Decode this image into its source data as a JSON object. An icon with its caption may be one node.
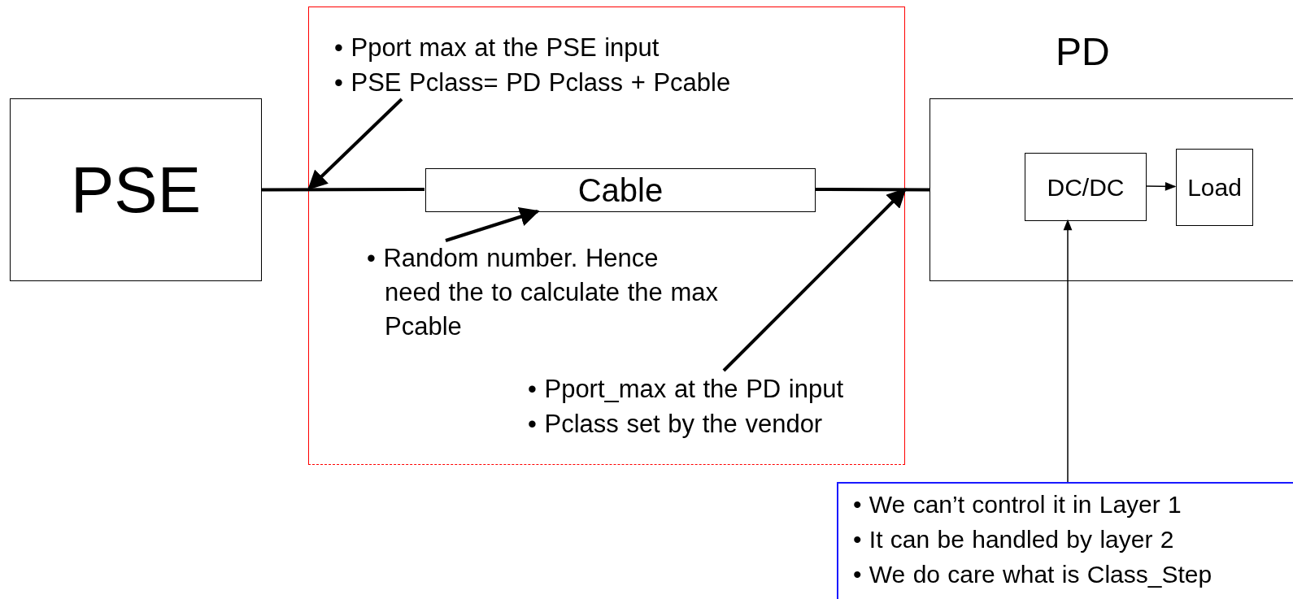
{
  "diagram": {
    "nodes": [
      {
        "text": [
          "PSE"
        ]
      },
      {
        "text": [],
        "shape": "box"
      },
      {
        "text": [
          "Cable"
        ],
        "in": 1
      },
      {
        "text": [
          "• Pport max at the PSE input",
          "• PSE Pclass= PD Pclass + Pcable"
        ],
        "in": 1
      },
      {
        "text": [
          "• Random number. Hence need the to calculate the max Pcable"
        ],
        "in": 1
      },
      {
        "text": [
          "• Pport_max at the PD input",
          "• Pclass set by the vendor"
        ],
        "in": 1
      },
      {
        "text": [
          "PD"
        ]
      },
      {
        "text": [
          "DC/DC"
        ],
        "in": 6
      },
      {
        "text": [
          "Load"
        ],
        "in": 6
      },
      {
        "text": [
          "• We can’t control it in Layer 1",
          "• It can be handled by layer 2",
          "• We do care what is Class_Step"
        ]
      }
    ],
    "edges": [
      {
        "from": 0,
        "to": 2,
        "arrow": "none"
      },
      {
        "from": 2,
        "to": 6,
        "arrow": "none"
      },
      {
        "from": 3,
        "to": null,
        "arrow": "to"
      },
      {
        "from": 4,
        "to": 2,
        "arrow": "to"
      },
      {
        "from": 5,
        "to": 1,
        "arrow": "to"
      },
      {
        "from": 7,
        "to": 8,
        "arrow": "to"
      },
      {
        "from": 9,
        "to": 7,
        "arrow": "to"
      }
    ]
  }
}
